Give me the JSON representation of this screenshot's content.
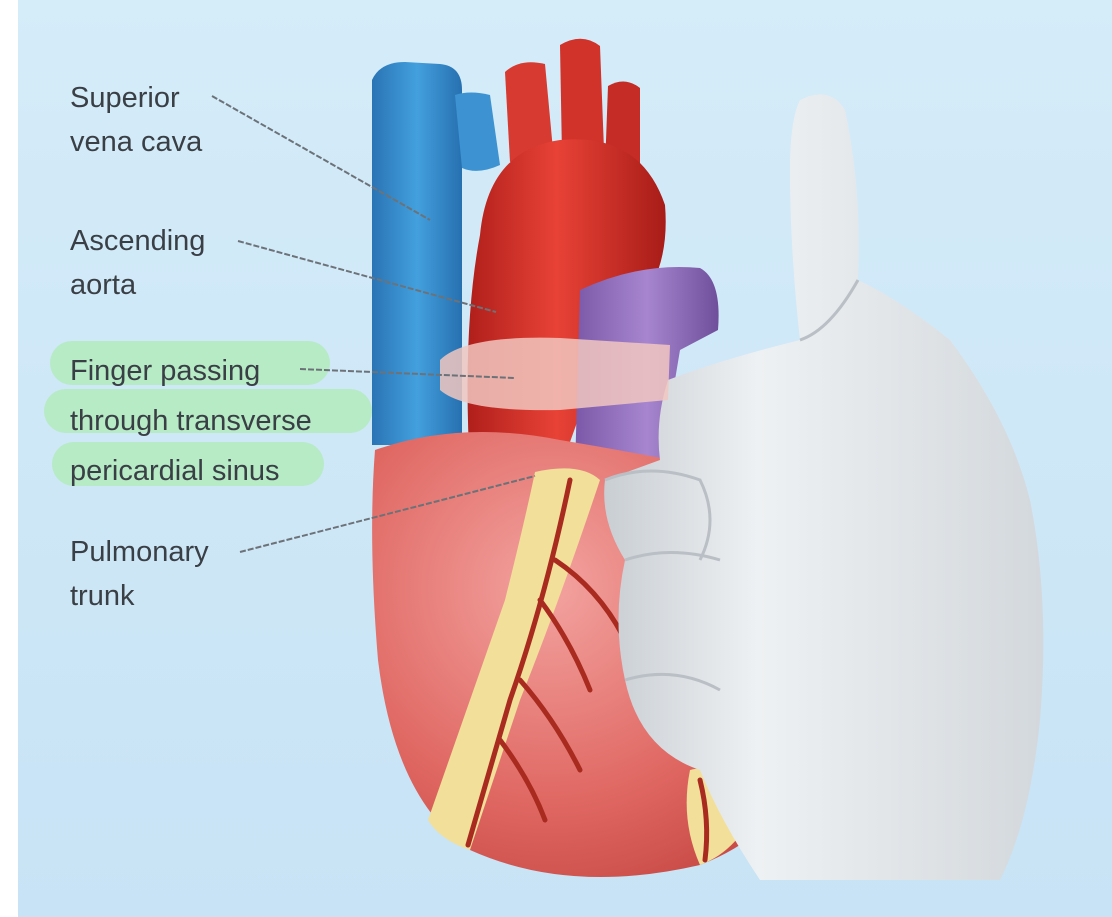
{
  "colors": {
    "background": "#cfe8f7",
    "vena_cava": "#2f86c8",
    "aorta": "#d12d26",
    "pulmonary_trunk": "#8e6cb8",
    "heart_muscle": "#e36e6c",
    "fat": "#f3e2a0",
    "coronary_vessels": "#b12e22",
    "glove": "#e4e8ec",
    "highlight": "#b4ebc0",
    "leader_lines": "#6c7278"
  },
  "labels": {
    "superior_vena_cava": [
      "Superior",
      "vena cava"
    ],
    "ascending_aorta": [
      "Ascending",
      "aorta"
    ],
    "finger_passing": [
      "Finger passing",
      "through transverse",
      "pericardial sinus"
    ],
    "pulmonary_trunk": [
      "Pulmonary",
      "trunk"
    ]
  }
}
